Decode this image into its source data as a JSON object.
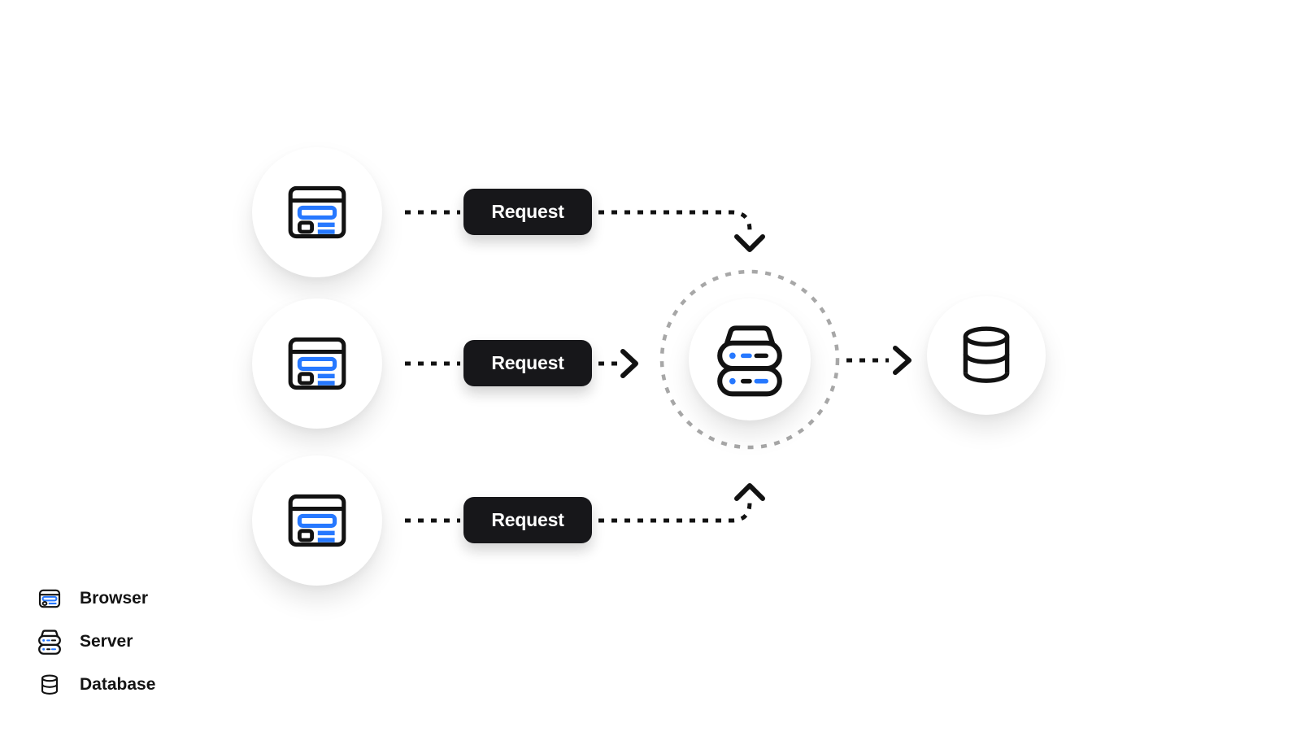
{
  "labels": {
    "request": "Request"
  },
  "icons": {
    "browser": "browser-icon",
    "server": "server-icon",
    "database": "database-icon"
  },
  "legend": {
    "items": [
      {
        "icon": "browser-icon",
        "label": "Browser"
      },
      {
        "icon": "server-icon",
        "label": "Server"
      },
      {
        "icon": "database-icon",
        "label": "Database"
      }
    ]
  },
  "connectors": {
    "style": "dashed",
    "flows": [
      {
        "from": "browser-1",
        "via": "request",
        "to": "server"
      },
      {
        "from": "browser-2",
        "via": "request",
        "to": "server"
      },
      {
        "from": "browser-3",
        "via": "request",
        "to": "server"
      },
      {
        "from": "server",
        "to": "database"
      }
    ]
  },
  "colors": {
    "background": "#ffffff",
    "accent_blue": "#2678ff",
    "stroke_black": "#121212",
    "request_badge_bg": "#17171a",
    "request_badge_text": "#ffffff",
    "dashed_ring_gray": "#a7a7a7"
  }
}
